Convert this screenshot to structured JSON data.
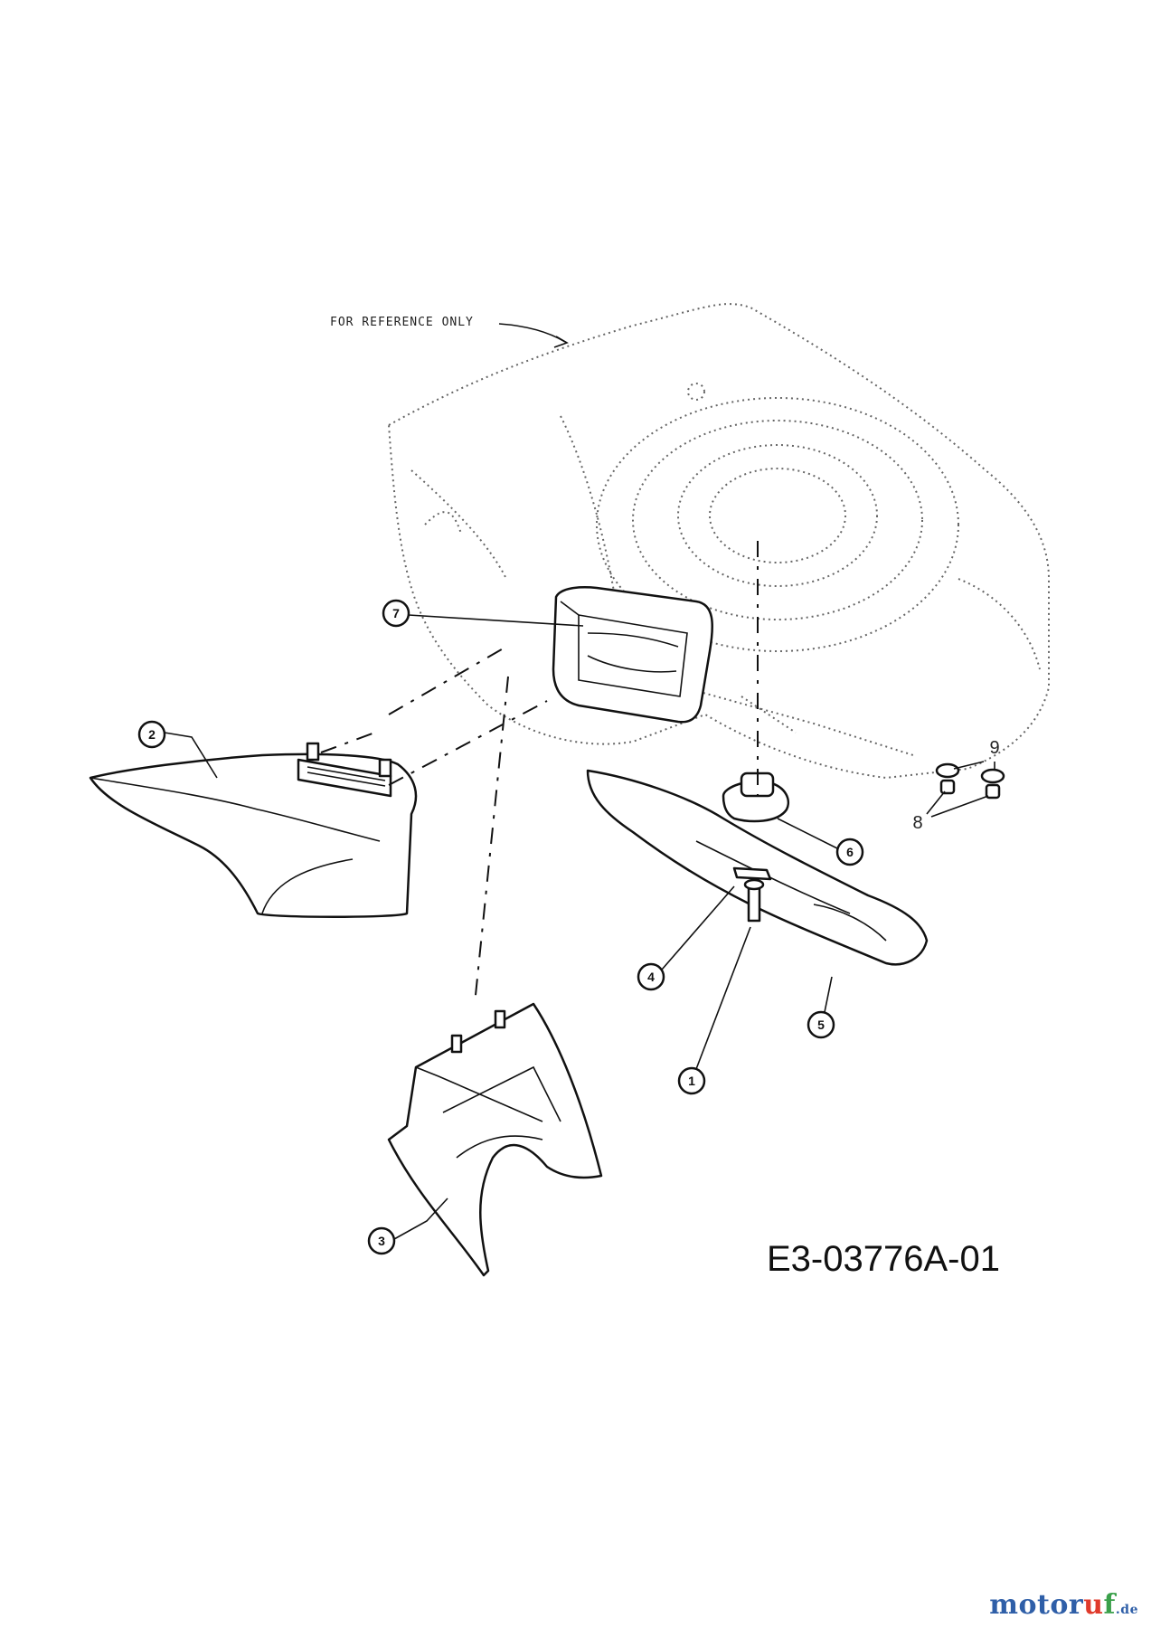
{
  "diagram": {
    "reference_note": "FOR REFERENCE ONLY",
    "drawing_number": "E3-03776A-01",
    "callouts": [
      {
        "id": "callout-1",
        "label": "1"
      },
      {
        "id": "callout-2",
        "label": "2"
      },
      {
        "id": "callout-3",
        "label": "3"
      },
      {
        "id": "callout-4",
        "label": "4"
      },
      {
        "id": "callout-5",
        "label": "5"
      },
      {
        "id": "callout-6",
        "label": "6"
      },
      {
        "id": "callout-7",
        "label": "7"
      }
    ],
    "plain_labels": {
      "label_8": "8",
      "label_9": "9"
    }
  },
  "watermark": {
    "brand": "motoruf",
    "part_a": "motor",
    "part_b": "u",
    "part_c": "f",
    "tld": ".de"
  }
}
